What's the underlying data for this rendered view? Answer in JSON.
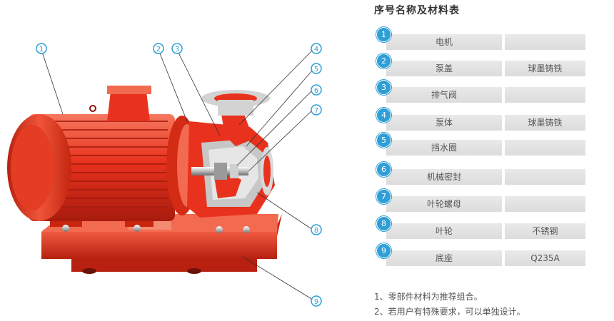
{
  "table": {
    "title": "序号名称及材料表",
    "rows": [
      {
        "no": "1",
        "name": "电机",
        "material": ""
      },
      {
        "no": "2",
        "name": "泵盖",
        "material": "球墨铸铁"
      },
      {
        "no": "3",
        "name": "排气阀",
        "material": ""
      },
      {
        "no": "4",
        "name": "泵体",
        "material": "球墨铸铁"
      },
      {
        "no": "5",
        "name": "挡水圈",
        "material": ""
      },
      {
        "no": "6",
        "name": "机械密封",
        "material": ""
      },
      {
        "no": "7",
        "name": "叶轮螺母",
        "material": ""
      },
      {
        "no": "8",
        "name": "叶轮",
        "material": "不锈钢"
      },
      {
        "no": "9",
        "name": "底座",
        "material": "Q235A"
      }
    ]
  },
  "notes": [
    "1、零部件材料为推荐组合。",
    "2、若用户有特殊要求，可以单独设计。"
  ],
  "diagram": {
    "callouts": [
      "1",
      "2",
      "3",
      "4",
      "5",
      "6",
      "7",
      "8",
      "9"
    ]
  },
  "colors": {
    "accent": "#2f9fd6",
    "pump_red": "#e8321e",
    "cell_bg": "#e2e2e2"
  }
}
